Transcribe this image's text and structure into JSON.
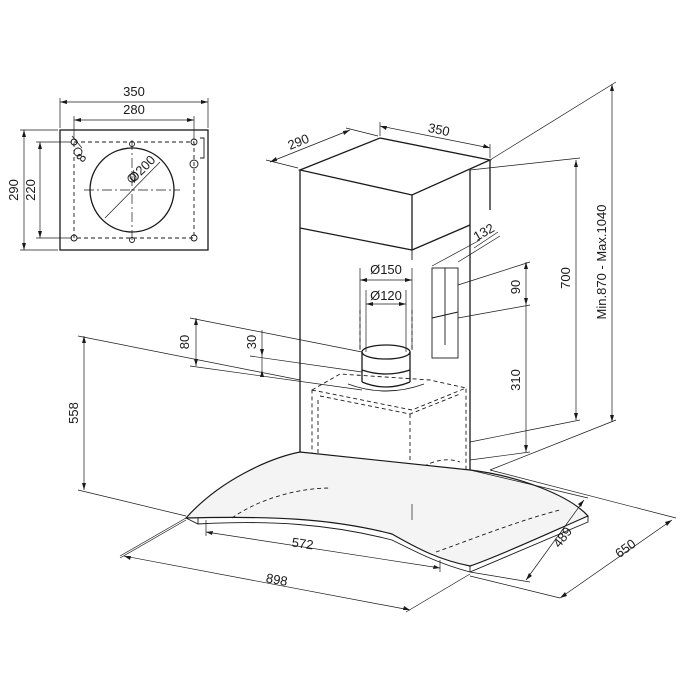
{
  "drawing": {
    "top_view": {
      "width": "350",
      "hole_spacing_x": "280",
      "depth": "290",
      "hole_spacing_y": "220",
      "screw_hole": "8",
      "duct_circle": "Ø200"
    },
    "chimney": {
      "depth": "290",
      "width": "350",
      "bracket_width": "132",
      "height": "700",
      "total_height": "Min.870 - Max.1040",
      "upper_offset": "90",
      "lower_offset": "310"
    },
    "duct": {
      "outlet_outer": "Ø150",
      "outlet_inner": "Ø120",
      "collar_height": "80",
      "collar_step": "30"
    },
    "hood": {
      "body_height": "558",
      "inner_width": "572",
      "total_width": "898",
      "inner_depth": "489",
      "total_depth": "650"
    }
  }
}
